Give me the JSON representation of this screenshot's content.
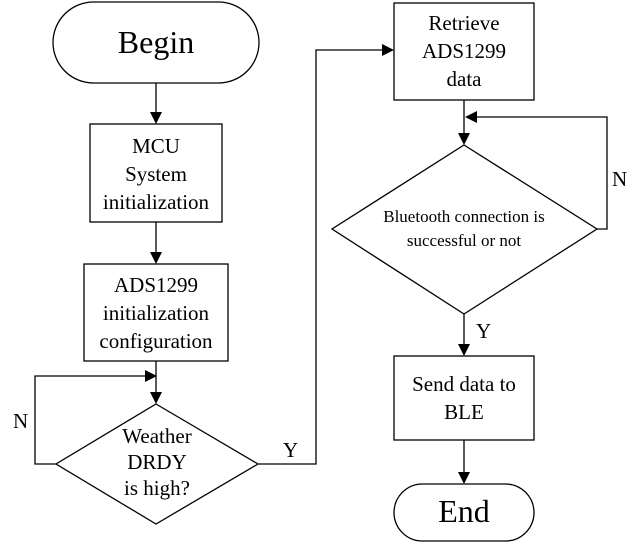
{
  "nodes": {
    "begin": {
      "lines": [
        "Begin"
      ]
    },
    "mcu_init": {
      "lines": [
        "MCU",
        "System",
        "initialization"
      ]
    },
    "ads_init": {
      "lines": [
        "ADS1299",
        "initialization",
        "configuration"
      ]
    },
    "drdy_check": {
      "lines": [
        "Weather",
        "DRDY",
        "is high?"
      ]
    },
    "retrieve": {
      "lines": [
        "Retrieve",
        "ADS1299",
        "data"
      ]
    },
    "bt_check": {
      "lines": [
        "Bluetooth connection is",
        "successful or not"
      ]
    },
    "send": {
      "lines": [
        "Send data to",
        "BLE"
      ]
    },
    "end": {
      "lines": [
        "End"
      ]
    }
  },
  "edge_labels": {
    "drdy_no": "N",
    "drdy_yes": "Y",
    "bt_no": "N",
    "bt_yes": "Y"
  }
}
